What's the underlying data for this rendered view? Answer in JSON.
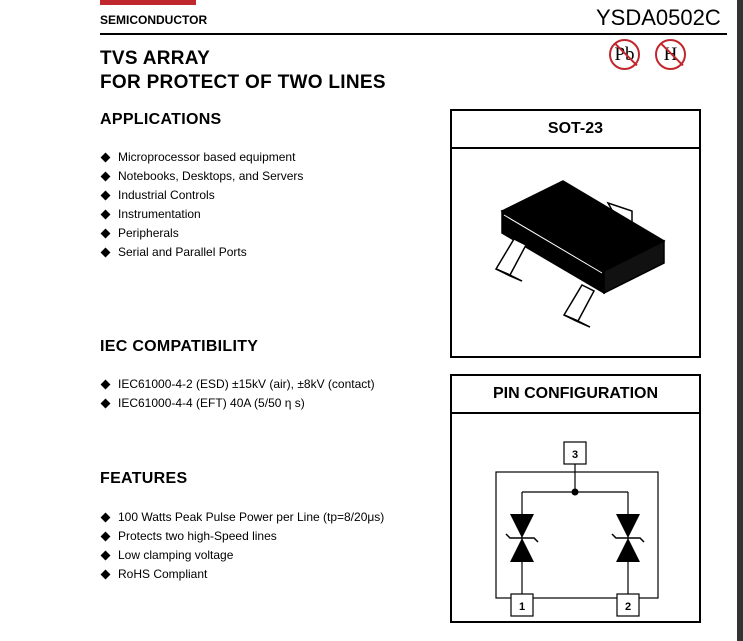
{
  "header": {
    "company": "SEMICONDUCTOR",
    "part_number": "YSDA0502C",
    "badges": [
      {
        "letter": "Pb",
        "icon": "lead-free-icon"
      },
      {
        "letter": "H",
        "icon": "halogen-free-icon"
      }
    ]
  },
  "title": {
    "line1": "TVS ARRAY",
    "line2": "FOR PROTECT OF TWO LINES"
  },
  "applications": {
    "heading": "APPLICATIONS",
    "items": [
      "Microprocessor based equipment",
      "Notebooks, Desktops, and Servers",
      "Industrial Controls",
      "Instrumentation",
      "Peripherals",
      "Serial and Parallel Ports"
    ]
  },
  "iec": {
    "heading": "IEC COMPATIBILITY",
    "items": [
      "IEC61000-4-2 (ESD) ±15kV (air), ±8kV (contact)",
      "IEC61000-4-4 (EFT) 40A (5/50 η s)"
    ]
  },
  "features": {
    "heading": "FEATURES",
    "items": [
      "100 Watts Peak Pulse Power per Line (tp=8/20μs)",
      "Protects two high-Speed lines",
      "Low clamping voltage",
      "RoHS Compliant"
    ]
  },
  "package_box": {
    "heading": "SOT-23"
  },
  "pin_box": {
    "heading": "PIN CONFIGURATION",
    "pins": [
      "3",
      "1",
      "2"
    ]
  },
  "colors": {
    "accent_red": "#c0272d"
  }
}
